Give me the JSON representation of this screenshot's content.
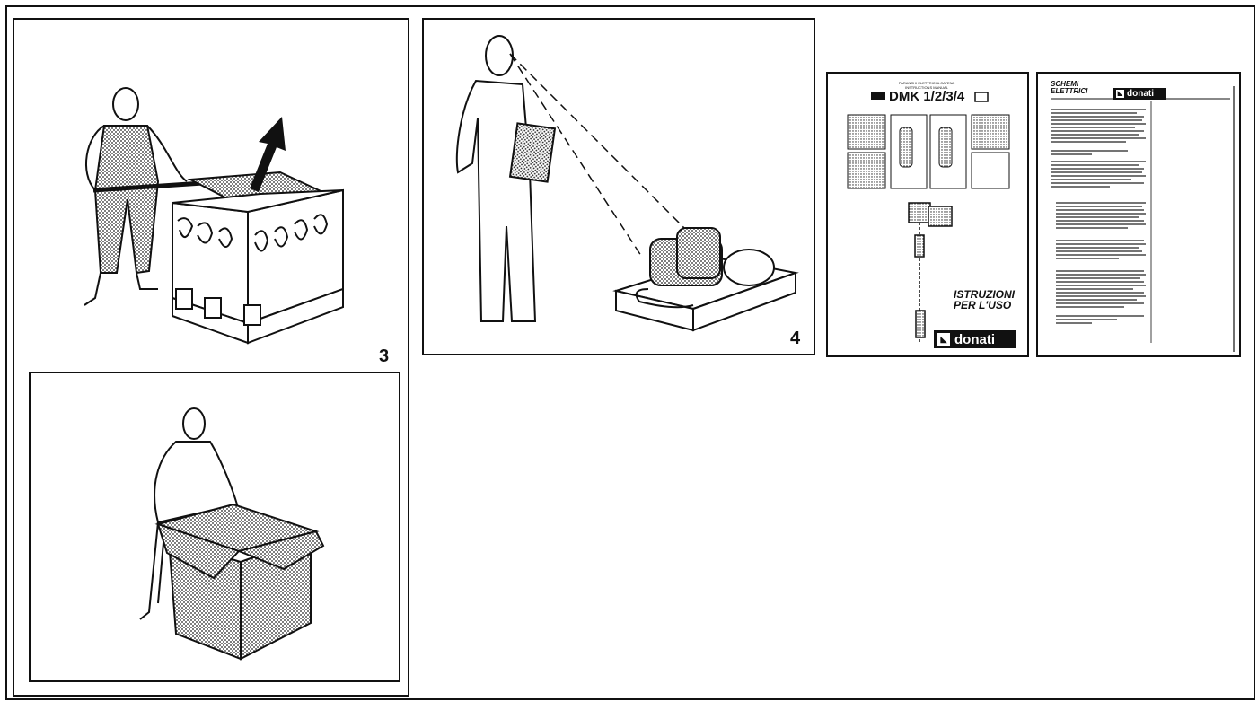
{
  "figures": {
    "fig3": {
      "number": "3"
    },
    "fig4": {
      "number": "4"
    }
  },
  "manual_cover": {
    "header_small": "PARANCHI ELETTRICI A CATENA",
    "header_small_2": "INSTRUCTIONS MANUAL",
    "model": "DMK 1/2/3/4",
    "title_line1": "ISTRUZIONI",
    "title_line2": "PER L'USO",
    "brand": "donati"
  },
  "manual_back": {
    "heading_line1": "SCHEMI",
    "heading_line2": "ELETTRICI",
    "brand": "donati"
  },
  "icons": [
    "worker-figure-icon",
    "crowbar-icon",
    "arrow-up-icon",
    "wooden-crate-icon",
    "clipboard-icon",
    "chain-hoist-icon",
    "pallet-icon",
    "cardboard-box-icon",
    "donati-logo-icon"
  ]
}
